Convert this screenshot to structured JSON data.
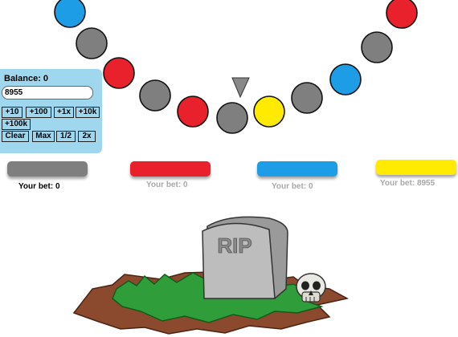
{
  "colors": {
    "red": "#e9212d",
    "gray": "#7f7f7f",
    "blue": "#1c9de6",
    "yellow": "#ffea00",
    "pointer": "#888888",
    "panel": "#9fd8ee"
  },
  "wheel": {
    "balls": [
      {
        "color": "blue"
      },
      {
        "color": "gray"
      },
      {
        "color": "red"
      },
      {
        "color": "gray"
      },
      {
        "color": "red"
      },
      {
        "color": "gray"
      },
      {
        "color": "yellow"
      },
      {
        "color": "gray"
      },
      {
        "color": "blue"
      },
      {
        "color": "gray"
      },
      {
        "color": "red"
      }
    ]
  },
  "panel": {
    "balance_label": "Balance:",
    "balance_value": "0",
    "bet_amount": "8955",
    "buttons_row1": [
      "+10",
      "+100",
      "+1x",
      "+10k"
    ],
    "buttons_row2": [
      "+100k"
    ],
    "buttons_row3": [
      "Clear",
      "Max",
      "1/2",
      "2x"
    ]
  },
  "bets": {
    "label": "Your bet:",
    "gray": "0",
    "red": "0",
    "blue": "0",
    "yellow": "8955"
  },
  "tombstone": {
    "inscription": "RIP"
  }
}
